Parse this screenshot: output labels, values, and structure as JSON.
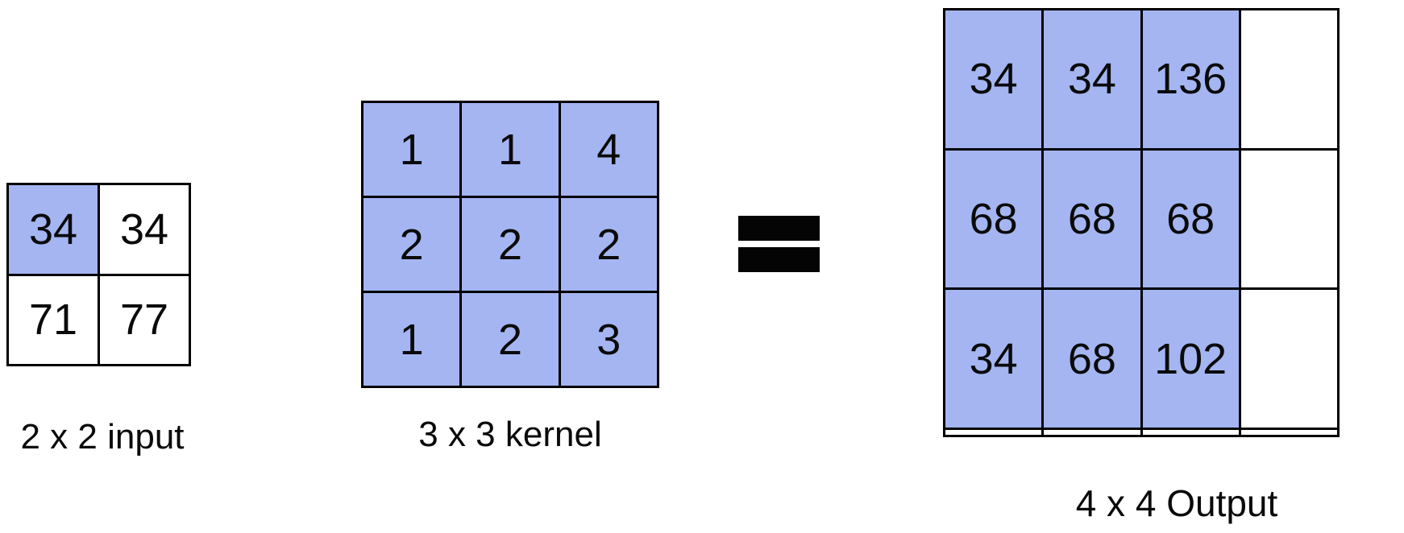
{
  "colors": {
    "cell_blue": "#a4b5f1",
    "grid_border": "#000000",
    "text": "#0a0a0a",
    "background": "#ffffff"
  },
  "operator": {
    "symbol": "="
  },
  "input_grid": {
    "label": "2 x 2 input",
    "rows": 2,
    "cols": 2,
    "cells": [
      [
        {
          "v": "34",
          "hl": true
        },
        {
          "v": "34",
          "hl": false
        }
      ],
      [
        {
          "v": "71",
          "hl": false
        },
        {
          "v": "77",
          "hl": false
        }
      ]
    ]
  },
  "kernel_grid": {
    "label": "3 x 3 kernel",
    "rows": 3,
    "cols": 3,
    "cells": [
      [
        {
          "v": "1",
          "hl": true
        },
        {
          "v": "1",
          "hl": true
        },
        {
          "v": "4",
          "hl": true
        }
      ],
      [
        {
          "v": "2",
          "hl": true
        },
        {
          "v": "2",
          "hl": true
        },
        {
          "v": "2",
          "hl": true
        }
      ],
      [
        {
          "v": "1",
          "hl": true
        },
        {
          "v": "2",
          "hl": true
        },
        {
          "v": "3",
          "hl": true
        }
      ]
    ]
  },
  "output_grid": {
    "label": "4 x 4 Output",
    "rows": 4,
    "cols": 4,
    "cells": [
      [
        {
          "v": "34",
          "hl": true
        },
        {
          "v": "34",
          "hl": true
        },
        {
          "v": "136",
          "hl": true
        },
        {
          "v": "",
          "hl": false
        }
      ],
      [
        {
          "v": "68",
          "hl": true
        },
        {
          "v": "68",
          "hl": true
        },
        {
          "v": "68",
          "hl": true
        },
        {
          "v": "",
          "hl": false
        }
      ],
      [
        {
          "v": "34",
          "hl": true
        },
        {
          "v": "68",
          "hl": true
        },
        {
          "v": "102",
          "hl": true
        },
        {
          "v": "",
          "hl": false
        }
      ],
      [
        {
          "v": "",
          "hl": false
        },
        {
          "v": "",
          "hl": false
        },
        {
          "v": "",
          "hl": false
        },
        {
          "v": "",
          "hl": false
        }
      ]
    ]
  }
}
